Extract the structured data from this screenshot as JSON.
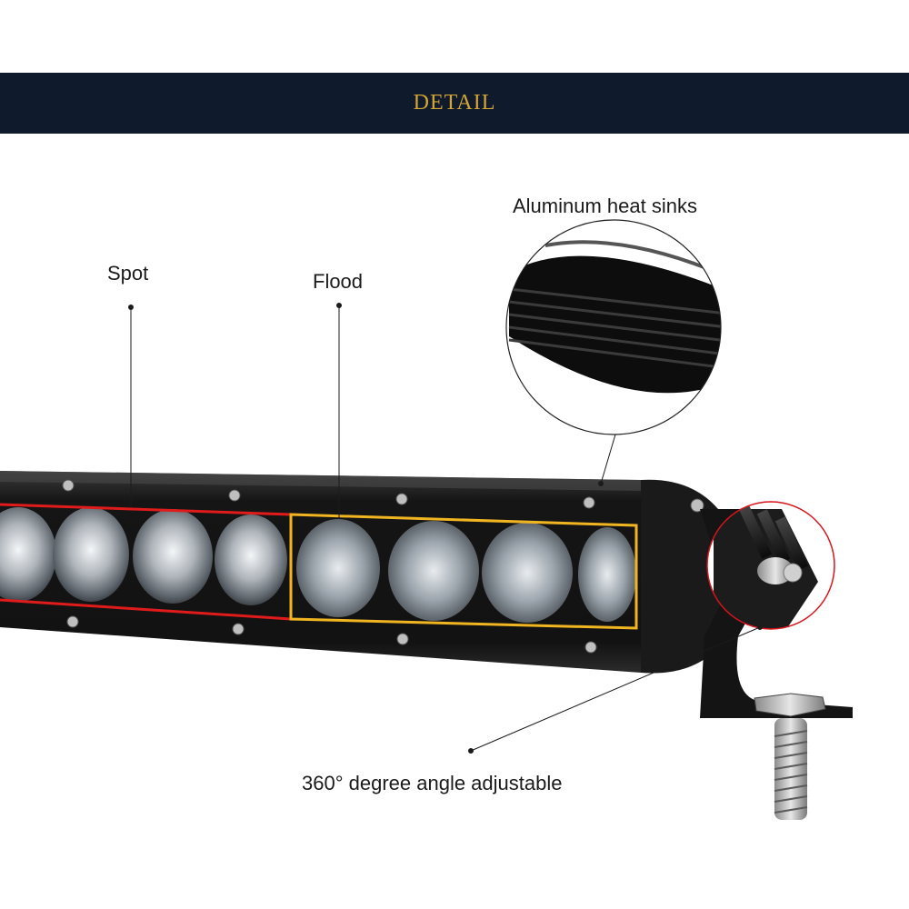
{
  "banner": {
    "title": "DETAIL"
  },
  "callouts": {
    "spot": "Spot",
    "flood": "Flood",
    "heat_sinks": "Aluminum heat sinks",
    "adjustable": "360° degree angle adjustable"
  },
  "colors": {
    "banner_bg": "#0f1a2c",
    "banner_text": "#d4a533",
    "spot_frame": "#e01b1b",
    "flood_frame": "#f0b521",
    "zoom_circle": "#d8141c"
  }
}
